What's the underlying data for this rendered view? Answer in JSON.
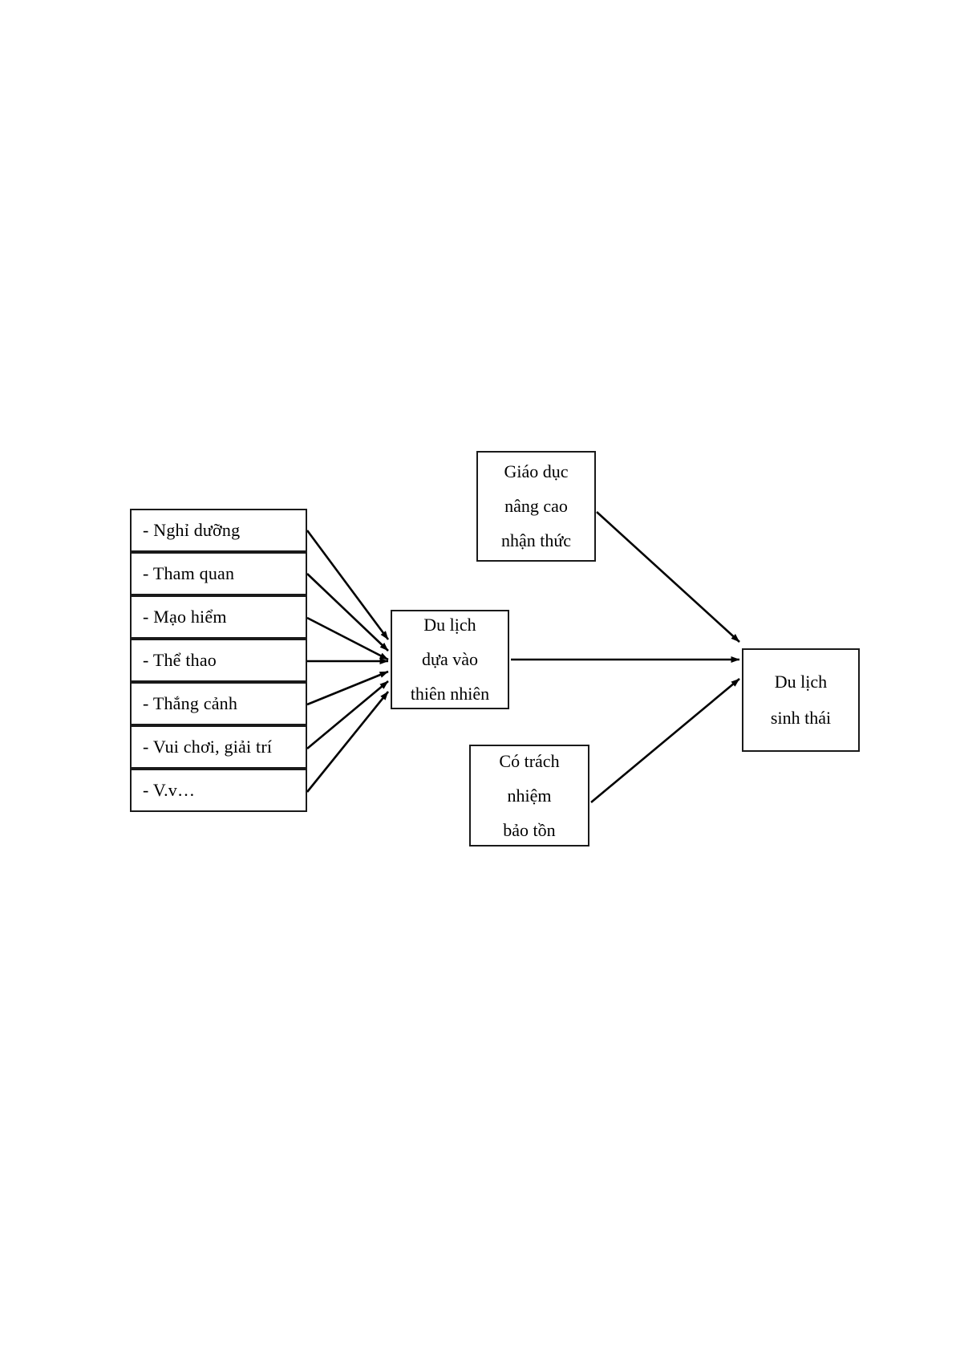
{
  "diagram": {
    "title": "Du lich sinh thai concept diagram",
    "stroke_color": "#1a1a1a",
    "background_color": "#ffffff",
    "activity_nodes": [
      {
        "id": "nghi-duong",
        "label": "- Nghỉ dưỡng"
      },
      {
        "id": "tham-quan",
        "label": "- Tham quan"
      },
      {
        "id": "mao-hiem",
        "label": "- Mạo hiểm"
      },
      {
        "id": "the-thao",
        "label": "- Thể thao"
      },
      {
        "id": "thang-canh",
        "label": "- Thắng cảnh"
      },
      {
        "id": "vui-choi",
        "label": "- Vui chơi, giải trí"
      },
      {
        "id": "vv",
        "label": "- V.v…"
      }
    ],
    "nature_node": {
      "id": "du-lich-dua-vao-thien-nhien",
      "lines": [
        "Du lịch",
        "dựa vào",
        "thiên nhiên"
      ]
    },
    "education_node": {
      "id": "giao-duc-nang-cao-nhan-thuc",
      "lines": [
        "Giáo dục",
        "nâng cao",
        "nhận thức"
      ]
    },
    "conservation_node": {
      "id": "co-trach-nhiem-bao-ton",
      "lines": [
        "Có trách",
        "nhiệm",
        "bảo tồn"
      ]
    },
    "result_node": {
      "id": "du-lich-sinh-thai",
      "lines": [
        "Du lịch",
        "sinh thái"
      ]
    }
  }
}
